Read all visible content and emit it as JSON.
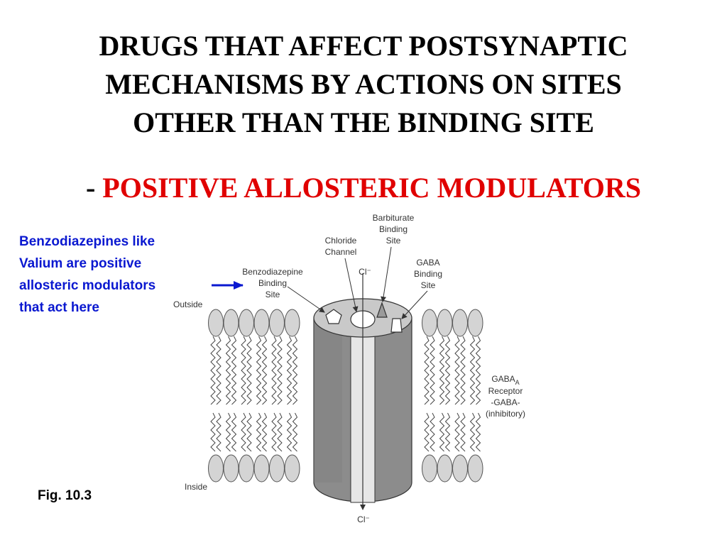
{
  "title_lines": [
    "DRUGS THAT AFFECT POSTSYNAPTIC",
    "MECHANISMS BY ACTIONS ON SITES",
    "OTHER THAN THE BINDING SITE"
  ],
  "subtitle": {
    "dash": "- ",
    "text": "POSITIVE ALLOSTERIC MODULATORS"
  },
  "callout_lines": [
    "Benzodiazepines like",
    "Valium are positive",
    "allosteric modulators",
    "that act here"
  ],
  "figure_caption": "Fig. 10.3",
  "diagram": {
    "barbiturate_label": [
      "Barbiturate",
      "Binding",
      "Site"
    ],
    "chloride_label": [
      "Chloride",
      "Channel"
    ],
    "cl_top": "Cl⁻",
    "gaba_label": [
      "GABA",
      "Binding",
      "Site"
    ],
    "benzo_label": [
      "Benzodiazepine",
      "Binding",
      "Site"
    ],
    "outside_label": "Outside",
    "inside_label": "Inside",
    "receptor_label": {
      "main": "GABA",
      "subscript": "A",
      "line2": "Receptor",
      "line3": "-GABA-",
      "line4": "(inhibitory)"
    },
    "cl_bottom": "Cl⁻"
  },
  "colors": {
    "callout": "#0a18d0",
    "subtitle": "#e00000",
    "arrow": "#0a18d0",
    "cylinder_side": "#8c8c8c",
    "cylinder_top": "#c9c9c9",
    "lipid_head": "#d4d4d4"
  }
}
